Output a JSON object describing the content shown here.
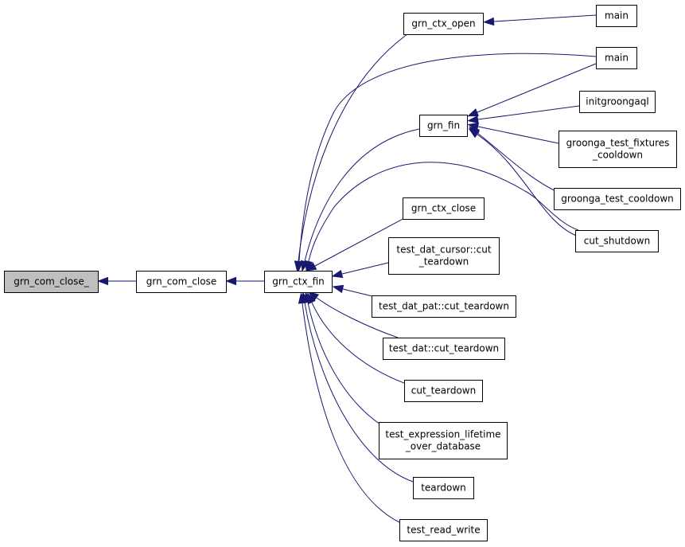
{
  "diagram": {
    "type": "call-graph",
    "colors": {
      "edge": "#191970",
      "node_border": "#000000",
      "focus_fill": "#bfbfbf",
      "node_fill": "#ffffff"
    },
    "nodes": [
      {
        "id": "grn_com_close_",
        "lines": [
          "grn_com_close_"
        ],
        "focus": true
      },
      {
        "id": "grn_com_close",
        "lines": [
          "grn_com_close"
        ]
      },
      {
        "id": "grn_ctx_fin",
        "lines": [
          "grn_ctx_fin"
        ]
      },
      {
        "id": "grn_ctx_open",
        "lines": [
          "grn_ctx_open"
        ]
      },
      {
        "id": "main_1",
        "lines": [
          "main"
        ]
      },
      {
        "id": "main_2",
        "lines": [
          "main"
        ]
      },
      {
        "id": "grn_fin",
        "lines": [
          "grn_fin"
        ]
      },
      {
        "id": "initgroongaql",
        "lines": [
          "initgroongaql"
        ]
      },
      {
        "id": "groonga_test_fixtures_cooldown",
        "lines": [
          "groonga_test_fixtures",
          "_cooldown"
        ]
      },
      {
        "id": "groonga_test_cooldown",
        "lines": [
          "groonga_test_cooldown"
        ]
      },
      {
        "id": "cut_shutdown",
        "lines": [
          "cut_shutdown"
        ]
      },
      {
        "id": "grn_ctx_close",
        "lines": [
          "grn_ctx_close"
        ]
      },
      {
        "id": "test_dat_cursor_cut_teardown",
        "lines": [
          "test_dat_cursor::cut",
          "_teardown"
        ]
      },
      {
        "id": "test_dat_pat_cut_teardown",
        "lines": [
          "test_dat_pat::cut_teardown"
        ]
      },
      {
        "id": "test_dat_cut_teardown",
        "lines": [
          "test_dat::cut_teardown"
        ]
      },
      {
        "id": "cut_teardown",
        "lines": [
          "cut_teardown"
        ]
      },
      {
        "id": "test_expression_lifetime_over_database",
        "lines": [
          "test_expression_lifetime",
          "_over_database"
        ]
      },
      {
        "id": "teardown",
        "lines": [
          "teardown"
        ]
      },
      {
        "id": "test_read_write",
        "lines": [
          "test_read_write"
        ]
      }
    ],
    "edges": [
      {
        "from": "grn_com_close",
        "to": "grn_com_close_"
      },
      {
        "from": "grn_ctx_fin",
        "to": "grn_com_close"
      },
      {
        "from": "grn_ctx_open",
        "to": "grn_ctx_fin"
      },
      {
        "from": "main_2",
        "to": "grn_ctx_fin"
      },
      {
        "from": "grn_fin",
        "to": "grn_ctx_fin"
      },
      {
        "from": "cut_shutdown",
        "to": "grn_ctx_fin"
      },
      {
        "from": "grn_ctx_close",
        "to": "grn_ctx_fin"
      },
      {
        "from": "test_dat_cursor_cut_teardown",
        "to": "grn_ctx_fin"
      },
      {
        "from": "test_dat_pat_cut_teardown",
        "to": "grn_ctx_fin"
      },
      {
        "from": "test_dat_cut_teardown",
        "to": "grn_ctx_fin"
      },
      {
        "from": "cut_teardown",
        "to": "grn_ctx_fin"
      },
      {
        "from": "test_expression_lifetime_over_database",
        "to": "grn_ctx_fin"
      },
      {
        "from": "teardown",
        "to": "grn_ctx_fin"
      },
      {
        "from": "test_read_write",
        "to": "grn_ctx_fin"
      },
      {
        "from": "main_1",
        "to": "grn_ctx_open"
      },
      {
        "from": "main_2",
        "to": "grn_fin"
      },
      {
        "from": "initgroongaql",
        "to": "grn_fin"
      },
      {
        "from": "groonga_test_fixtures_cooldown",
        "to": "grn_fin"
      },
      {
        "from": "groonga_test_cooldown",
        "to": "grn_fin"
      },
      {
        "from": "cut_shutdown",
        "to": "grn_fin"
      }
    ]
  }
}
